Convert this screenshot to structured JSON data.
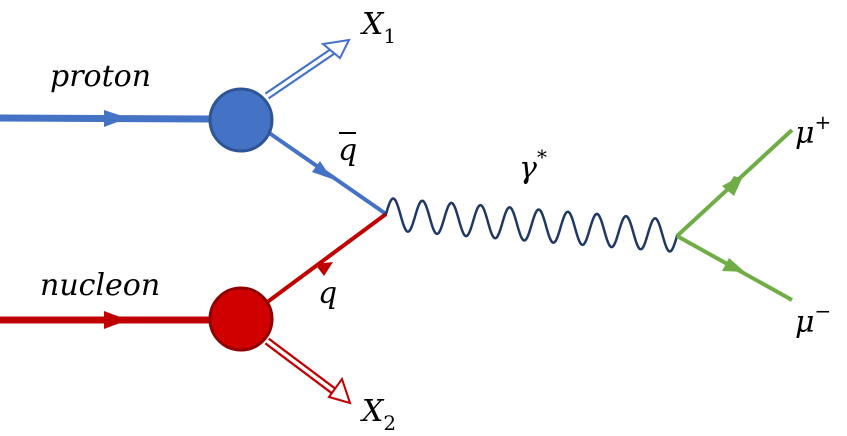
{
  "diagram": {
    "labels": {
      "proton": "proton",
      "nucleon": "nucleon",
      "x1_base": "X",
      "x1_sub": "1",
      "x2_base": "X",
      "x2_sub": "2",
      "antiquark": "q",
      "quark": "q",
      "photon_base": "γ",
      "photon_sup": "*",
      "muon_plus_base": "μ",
      "muon_plus_sup": "+",
      "muon_minus_base": "μ",
      "muon_minus_sup": "−"
    },
    "colors": {
      "proton": "#4472C4",
      "nucleon": "#C00000",
      "photon": "#1F3864",
      "muons": "#70AD47",
      "text": "#000000"
    }
  }
}
